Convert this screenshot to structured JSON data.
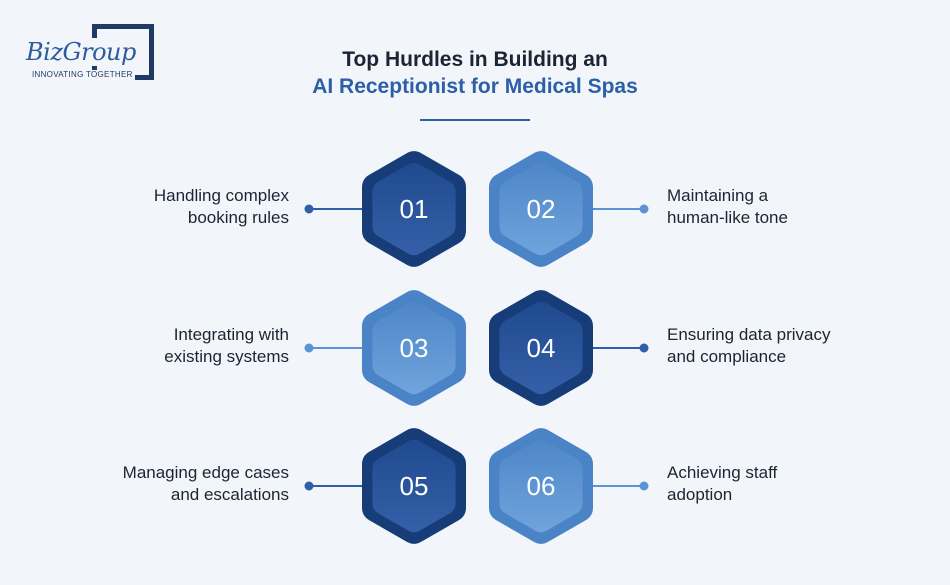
{
  "logo": {
    "wordmark": "BizGroup",
    "tagline": "INNOVATING TOGETHER"
  },
  "title": {
    "line1": "Top Hurdles in Building an",
    "line2": "AI Receptionist for Medical Spas"
  },
  "colors": {
    "dark_blue": "#27549c",
    "light_blue": "#5b93d3",
    "text": "#1c2433",
    "accent": "#2d5ea8",
    "background": "#f2f6fa"
  },
  "hurdles": [
    {
      "number": "01",
      "label_line1": "Handling complex",
      "label_line2": "booking rules",
      "side": "left",
      "tone": "dark"
    },
    {
      "number": "02",
      "label_line1": "Maintaining a",
      "label_line2": "human-like tone",
      "side": "right",
      "tone": "light"
    },
    {
      "number": "03",
      "label_line1": "Integrating with",
      "label_line2": "existing systems",
      "side": "left",
      "tone": "light"
    },
    {
      "number": "04",
      "label_line1": "Ensuring data privacy",
      "label_line2": "and compliance",
      "side": "right",
      "tone": "dark"
    },
    {
      "number": "05",
      "label_line1": "Managing edge cases",
      "label_line2": "and escalations",
      "side": "left",
      "tone": "dark"
    },
    {
      "number": "06",
      "label_line1": "Achieving staff",
      "label_line2": "adoption",
      "side": "right",
      "tone": "light"
    }
  ]
}
